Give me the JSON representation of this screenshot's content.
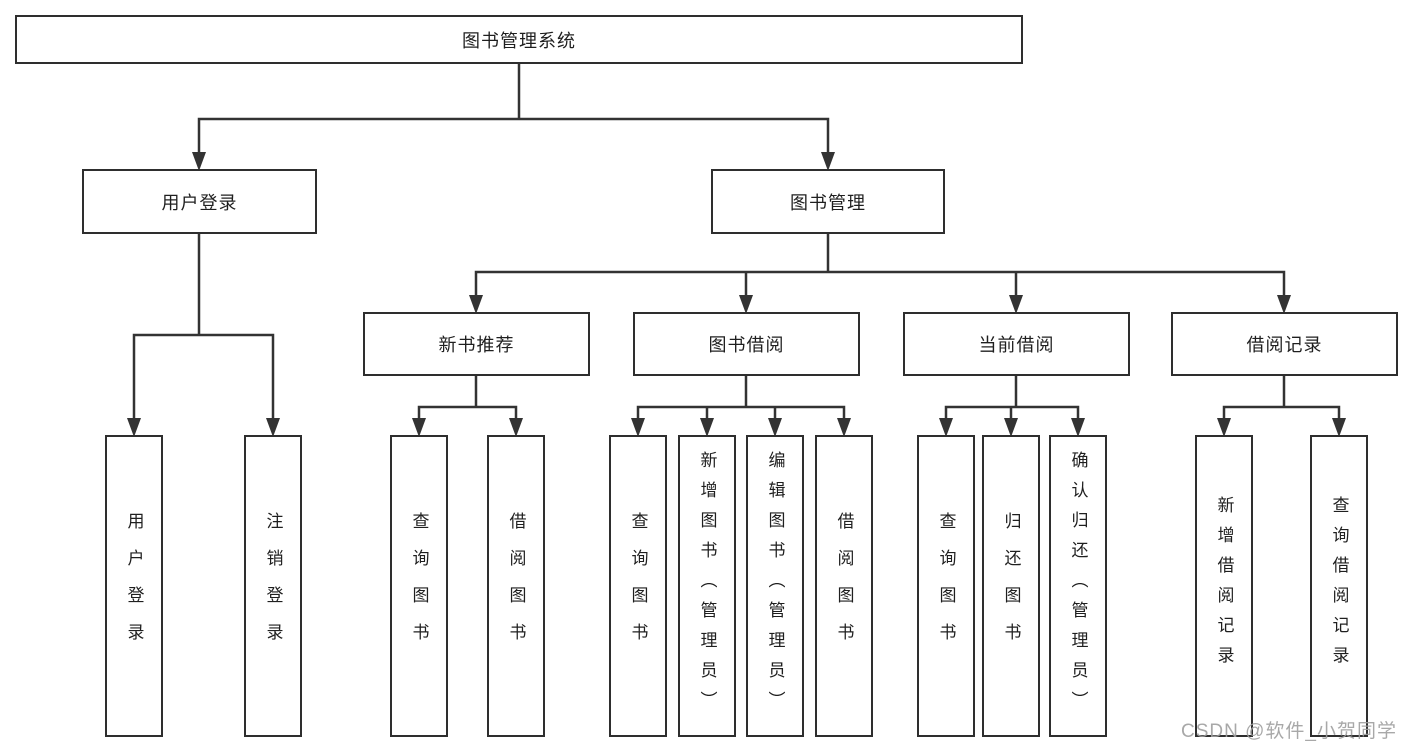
{
  "tree": {
    "label": "图书管理系统",
    "children": [
      {
        "label": "用户登录",
        "children": [
          {
            "label": "用户登录"
          },
          {
            "label": "注销登录"
          }
        ]
      },
      {
        "label": "图书管理",
        "children": [
          {
            "label": "新书推荐",
            "children": [
              {
                "label": "查询图书"
              },
              {
                "label": "借阅图书"
              }
            ]
          },
          {
            "label": "图书借阅",
            "children": [
              {
                "label": "查询图书"
              },
              {
                "label": "新增图书（管理员）"
              },
              {
                "label": "编辑图书（管理员）"
              },
              {
                "label": "借阅图书"
              }
            ]
          },
          {
            "label": "当前借阅",
            "children": [
              {
                "label": "查询图书"
              },
              {
                "label": "归还图书"
              },
              {
                "label": "确认归还（管理员）"
              }
            ]
          },
          {
            "label": "借阅记录",
            "children": [
              {
                "label": "新增借阅记录"
              },
              {
                "label": "查询借阅记录"
              }
            ]
          }
        ]
      }
    ]
  },
  "watermark": {
    "text": "CSDN @软件_小贺同学"
  },
  "colors": {
    "line": "#333333",
    "box_border": "#2e2e2e",
    "text": "#1f1f1f",
    "watermark": "#9e9e9e",
    "background": "#ffffff"
  }
}
